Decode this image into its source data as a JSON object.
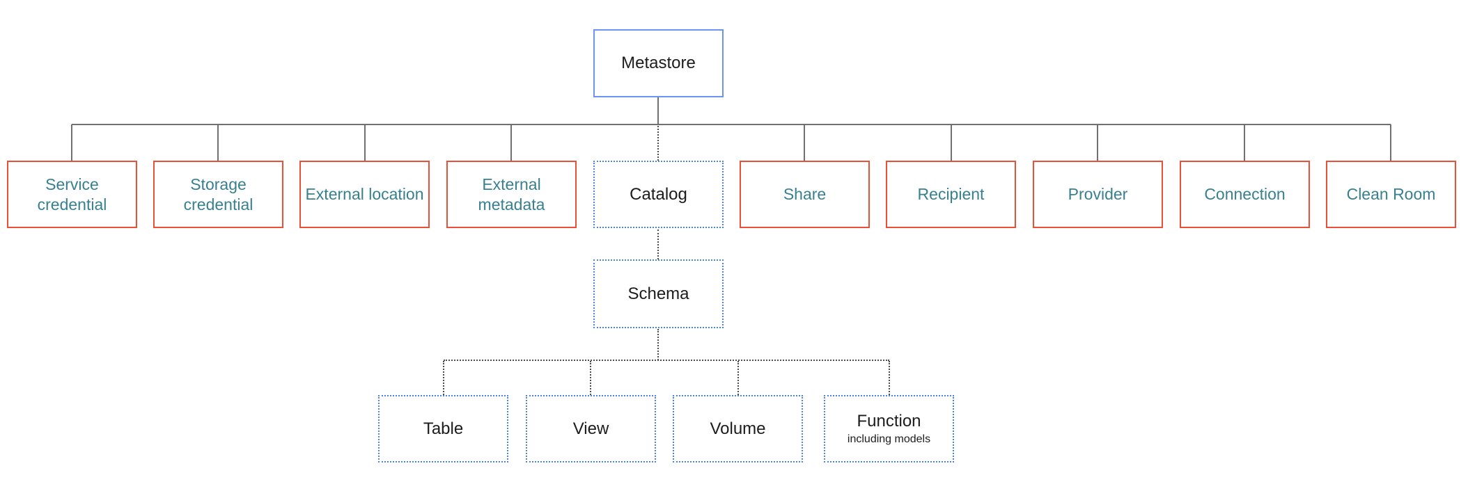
{
  "colors": {
    "blue_solid": "#6b93f2",
    "blue_dotted": "#4a80f0",
    "red": "#ea4f38",
    "teal": "#37808f",
    "line_gray": "#707070",
    "dot_gray": "#4d4d4d",
    "text_black": "#1c1c1c",
    "background": "#ffffff"
  },
  "diagram": {
    "root": {
      "label": "Metastore"
    },
    "tier1": [
      {
        "label": "Service credential"
      },
      {
        "label": "Storage credential"
      },
      {
        "label": "External location"
      },
      {
        "label": "External metadata"
      },
      {
        "label": "Catalog"
      },
      {
        "label": "Share"
      },
      {
        "label": "Recipient"
      },
      {
        "label": "Provider"
      },
      {
        "label": "Connection"
      },
      {
        "label": "Clean Room"
      }
    ],
    "tier2": {
      "label": "Schema"
    },
    "tier3": [
      {
        "label": "Table"
      },
      {
        "label": "View"
      },
      {
        "label": "Volume"
      },
      {
        "label": "Function",
        "sublabel": "including models"
      }
    ]
  }
}
